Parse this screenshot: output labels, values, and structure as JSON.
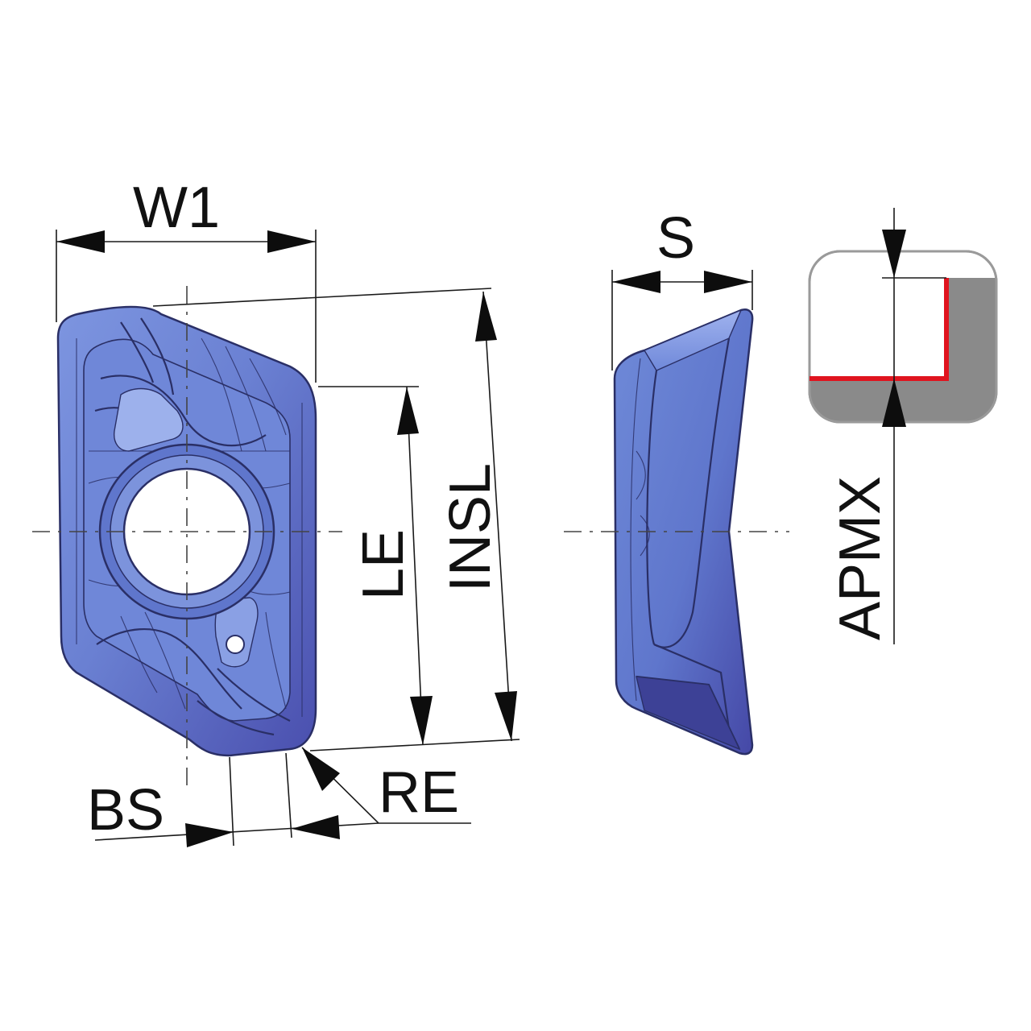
{
  "labels": {
    "w1": "W1",
    "s": "S",
    "le": "LE",
    "insl": "INSL",
    "apmx": "APMX",
    "bs": "BS",
    "re": "RE"
  },
  "colors": {
    "insert_blue": "#6f86d6",
    "insert_dark": "#3a4599",
    "insert_shadow": "#5a5fb0",
    "cutting_edge_red": "#e0141e",
    "depth_gray": "#8a8a8a",
    "frame_gray": "#9a9a9a"
  }
}
